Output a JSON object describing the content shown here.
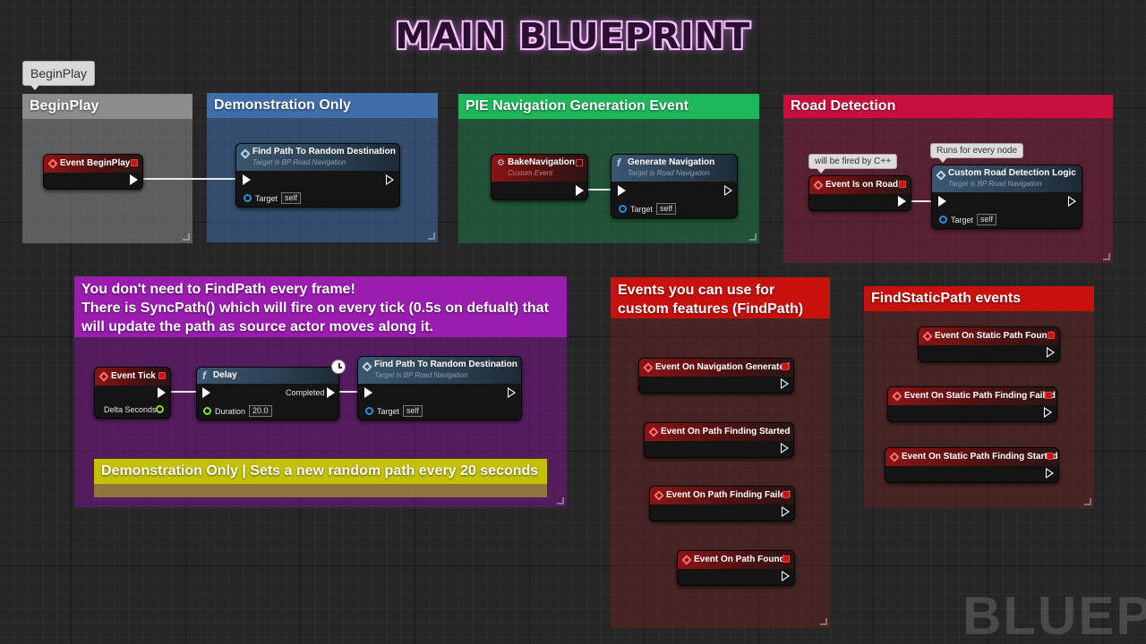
{
  "title": "MAIN BLUEPRINT",
  "watermark": "BLUEPR",
  "colors": {
    "grey_comment": "#8c8c8c",
    "blue_comment": "#3f6ea8",
    "green_comment": "#1fb75c",
    "red_comment": "#c8103e",
    "purple_comment": "#9a1db0",
    "yellow_comment": "#c4c100",
    "event_header": "#8b1414",
    "function_header": "#3a5770"
  },
  "comments": {
    "beginplay": "BeginPlay",
    "demonstration": "Demonstration Only",
    "pie_navigation": "PIE Navigation Generation Event",
    "road_detection": "Road Detection",
    "findpath_line1": "You don't need to FindPath every frame!",
    "findpath_line2": "There is SyncPath() which will fire on every tick (0.5s on defualt) that will update the path as source actor moves along it.",
    "demo_random": "Demonstration Only | Sets a new random path every 20 seconds",
    "events_custom": "Events you can use for custom features (FindPath)",
    "findstatic": "FindStaticPath events"
  },
  "bubbles": {
    "beginplay": "BeginPlay",
    "fired_by_cpp": "will be fired by C++",
    "runs_every_node": "Runs for every node"
  },
  "nodes": {
    "event_beginplay": {
      "title": "Event BeginPlay"
    },
    "find_path_1": {
      "title": "Find Path To Random Destination",
      "subtitle": "Target is BP Road Navigation",
      "target_label": "Target",
      "target_value": "self"
    },
    "bake_navigation": {
      "title": "BakeNavigation",
      "subtitle": "Custom Event"
    },
    "generate_navigation": {
      "title": "Generate Navigation",
      "subtitle": "Target is Road Navigation",
      "target_label": "Target",
      "target_value": "self"
    },
    "event_is_on_road": {
      "title": "Event Is on Road"
    },
    "custom_road_detection": {
      "title": "Custom Road Detection Logic",
      "subtitle": "Target is BP Road Navigation",
      "target_label": "Target",
      "target_value": "self"
    },
    "event_tick": {
      "title": "Event Tick",
      "delta_label": "Delta Seconds"
    },
    "delay": {
      "title": "Delay",
      "completed_label": "Completed",
      "duration_label": "Duration",
      "duration_value": "20.0"
    },
    "find_path_2": {
      "title": "Find Path To Random Destination",
      "subtitle": "Target is BP Road Navigation",
      "target_label": "Target",
      "target_value": "self"
    },
    "ev_nav_generated": {
      "title": "Event On Navigation Generated"
    },
    "ev_path_started": {
      "title": "Event On Path Finding Started"
    },
    "ev_path_failed": {
      "title": "Event On Path Finding Failed"
    },
    "ev_path_found": {
      "title": "Event On Path Found"
    },
    "ev_static_found": {
      "title": "Event On Static Path Found"
    },
    "ev_static_failed": {
      "title": "Event On Static Path Finding Failed"
    },
    "ev_static_started": {
      "title": "Event On Static Path Finding Started"
    }
  }
}
